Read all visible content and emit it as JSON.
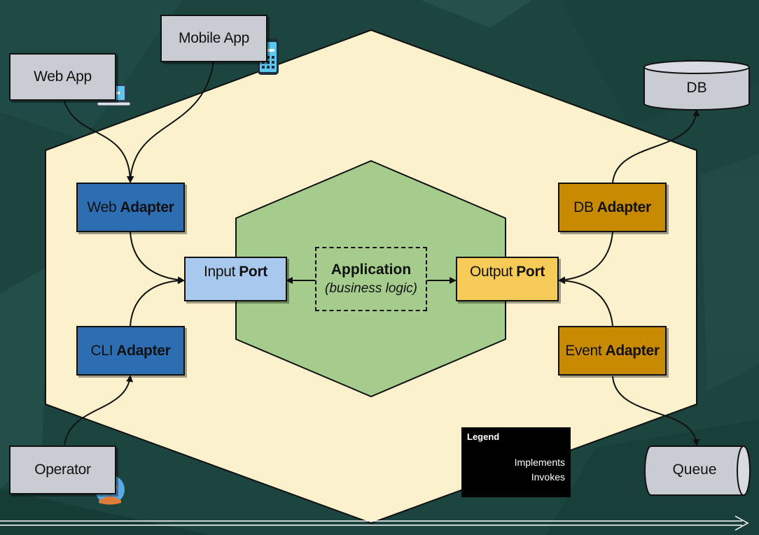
{
  "external": {
    "web_app": "Web App",
    "mobile_app": "Mobile App",
    "operator": "Operator",
    "db": "DB",
    "queue": "Queue"
  },
  "adapters": {
    "web": {
      "prefix": "Web",
      "suffix": "Adapter"
    },
    "cli": {
      "prefix": "CLI",
      "suffix": "Adapter"
    },
    "db": {
      "prefix": "DB",
      "suffix": "Adapter"
    },
    "event": {
      "prefix": "Event",
      "suffix": "Adapter"
    }
  },
  "ports": {
    "input": {
      "prefix": "Input",
      "suffix": "Port"
    },
    "output": {
      "prefix": "Output",
      "suffix": "Port"
    }
  },
  "application": {
    "title": "Application",
    "subtitle": "(business logic)"
  },
  "legend": {
    "title": "Legend",
    "implements": "Implements",
    "invokes": "Invokes"
  },
  "colors": {
    "outer_hexagon": "#fbf1cc",
    "inner_hexagon": "#a5cc8c",
    "adapter_blue": "#2d6eb3",
    "adapter_gold": "#c88a00",
    "input_port": "#a9c8ee",
    "output_port": "#f6cb58",
    "external_grey": "#c9ccd3"
  },
  "icons": [
    "laptop-icon",
    "phone-icon",
    "operator-avatar-icon"
  ]
}
